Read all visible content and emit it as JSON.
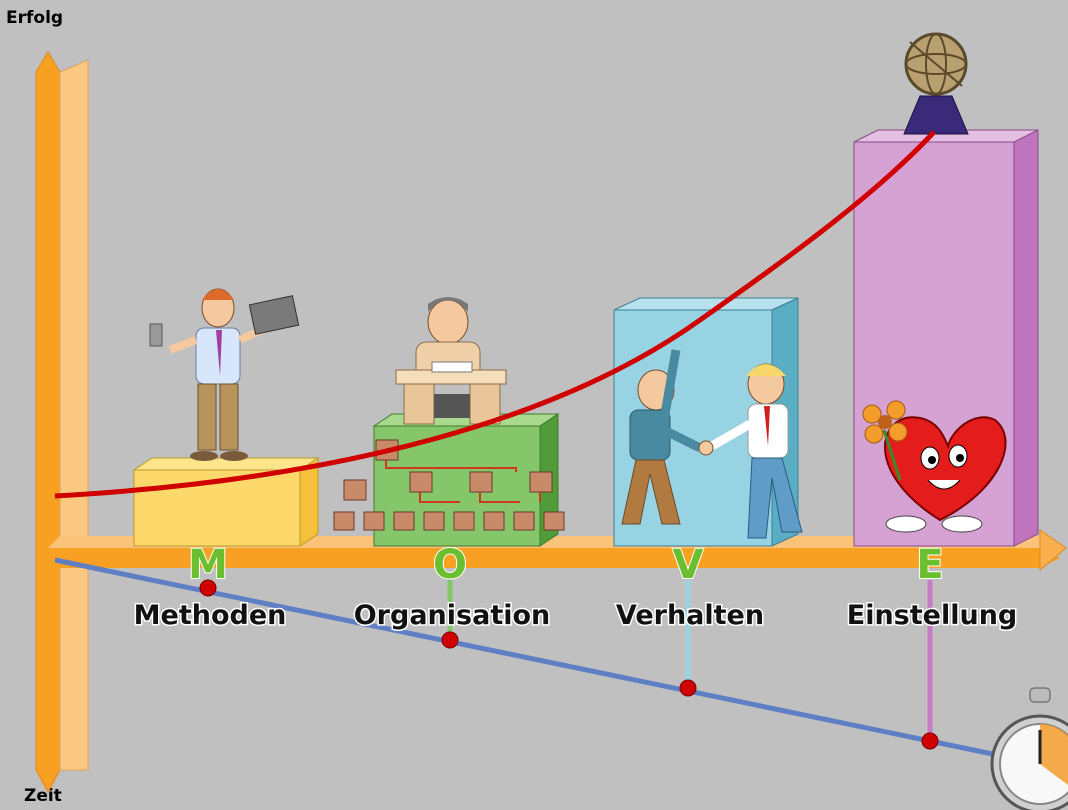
{
  "axes": {
    "y_label": "Erfolg",
    "x_label": "Zeit"
  },
  "stages": [
    {
      "letter": "M",
      "label": "Methoden",
      "color": "#fdd86a",
      "line_color": "#f7a941"
    },
    {
      "letter": "O",
      "label": "Organisation",
      "color": "#86c66b",
      "line_color": "#86c66b"
    },
    {
      "letter": "V",
      "label": "Verhalten",
      "color": "#98d3e4",
      "line_color": "#98d3e4"
    },
    {
      "letter": "E",
      "label": "Einstellung",
      "color": "#d6a2d3",
      "line_color": "#c67bc4"
    }
  ],
  "colors": {
    "background": "#c0c0c0",
    "axis_orange": "#f7a021",
    "curve_red": "#d10000",
    "time_line_blue": "#5f7fc4",
    "letter_green": "#6abf2f"
  },
  "icons": [
    "trophy-globe-icon",
    "stopwatch-icon",
    "mechanic-figure-icon",
    "manager-at-desk-icon",
    "org-chart-icon",
    "handshake-figures-icon",
    "heart-with-flower-icon"
  ]
}
